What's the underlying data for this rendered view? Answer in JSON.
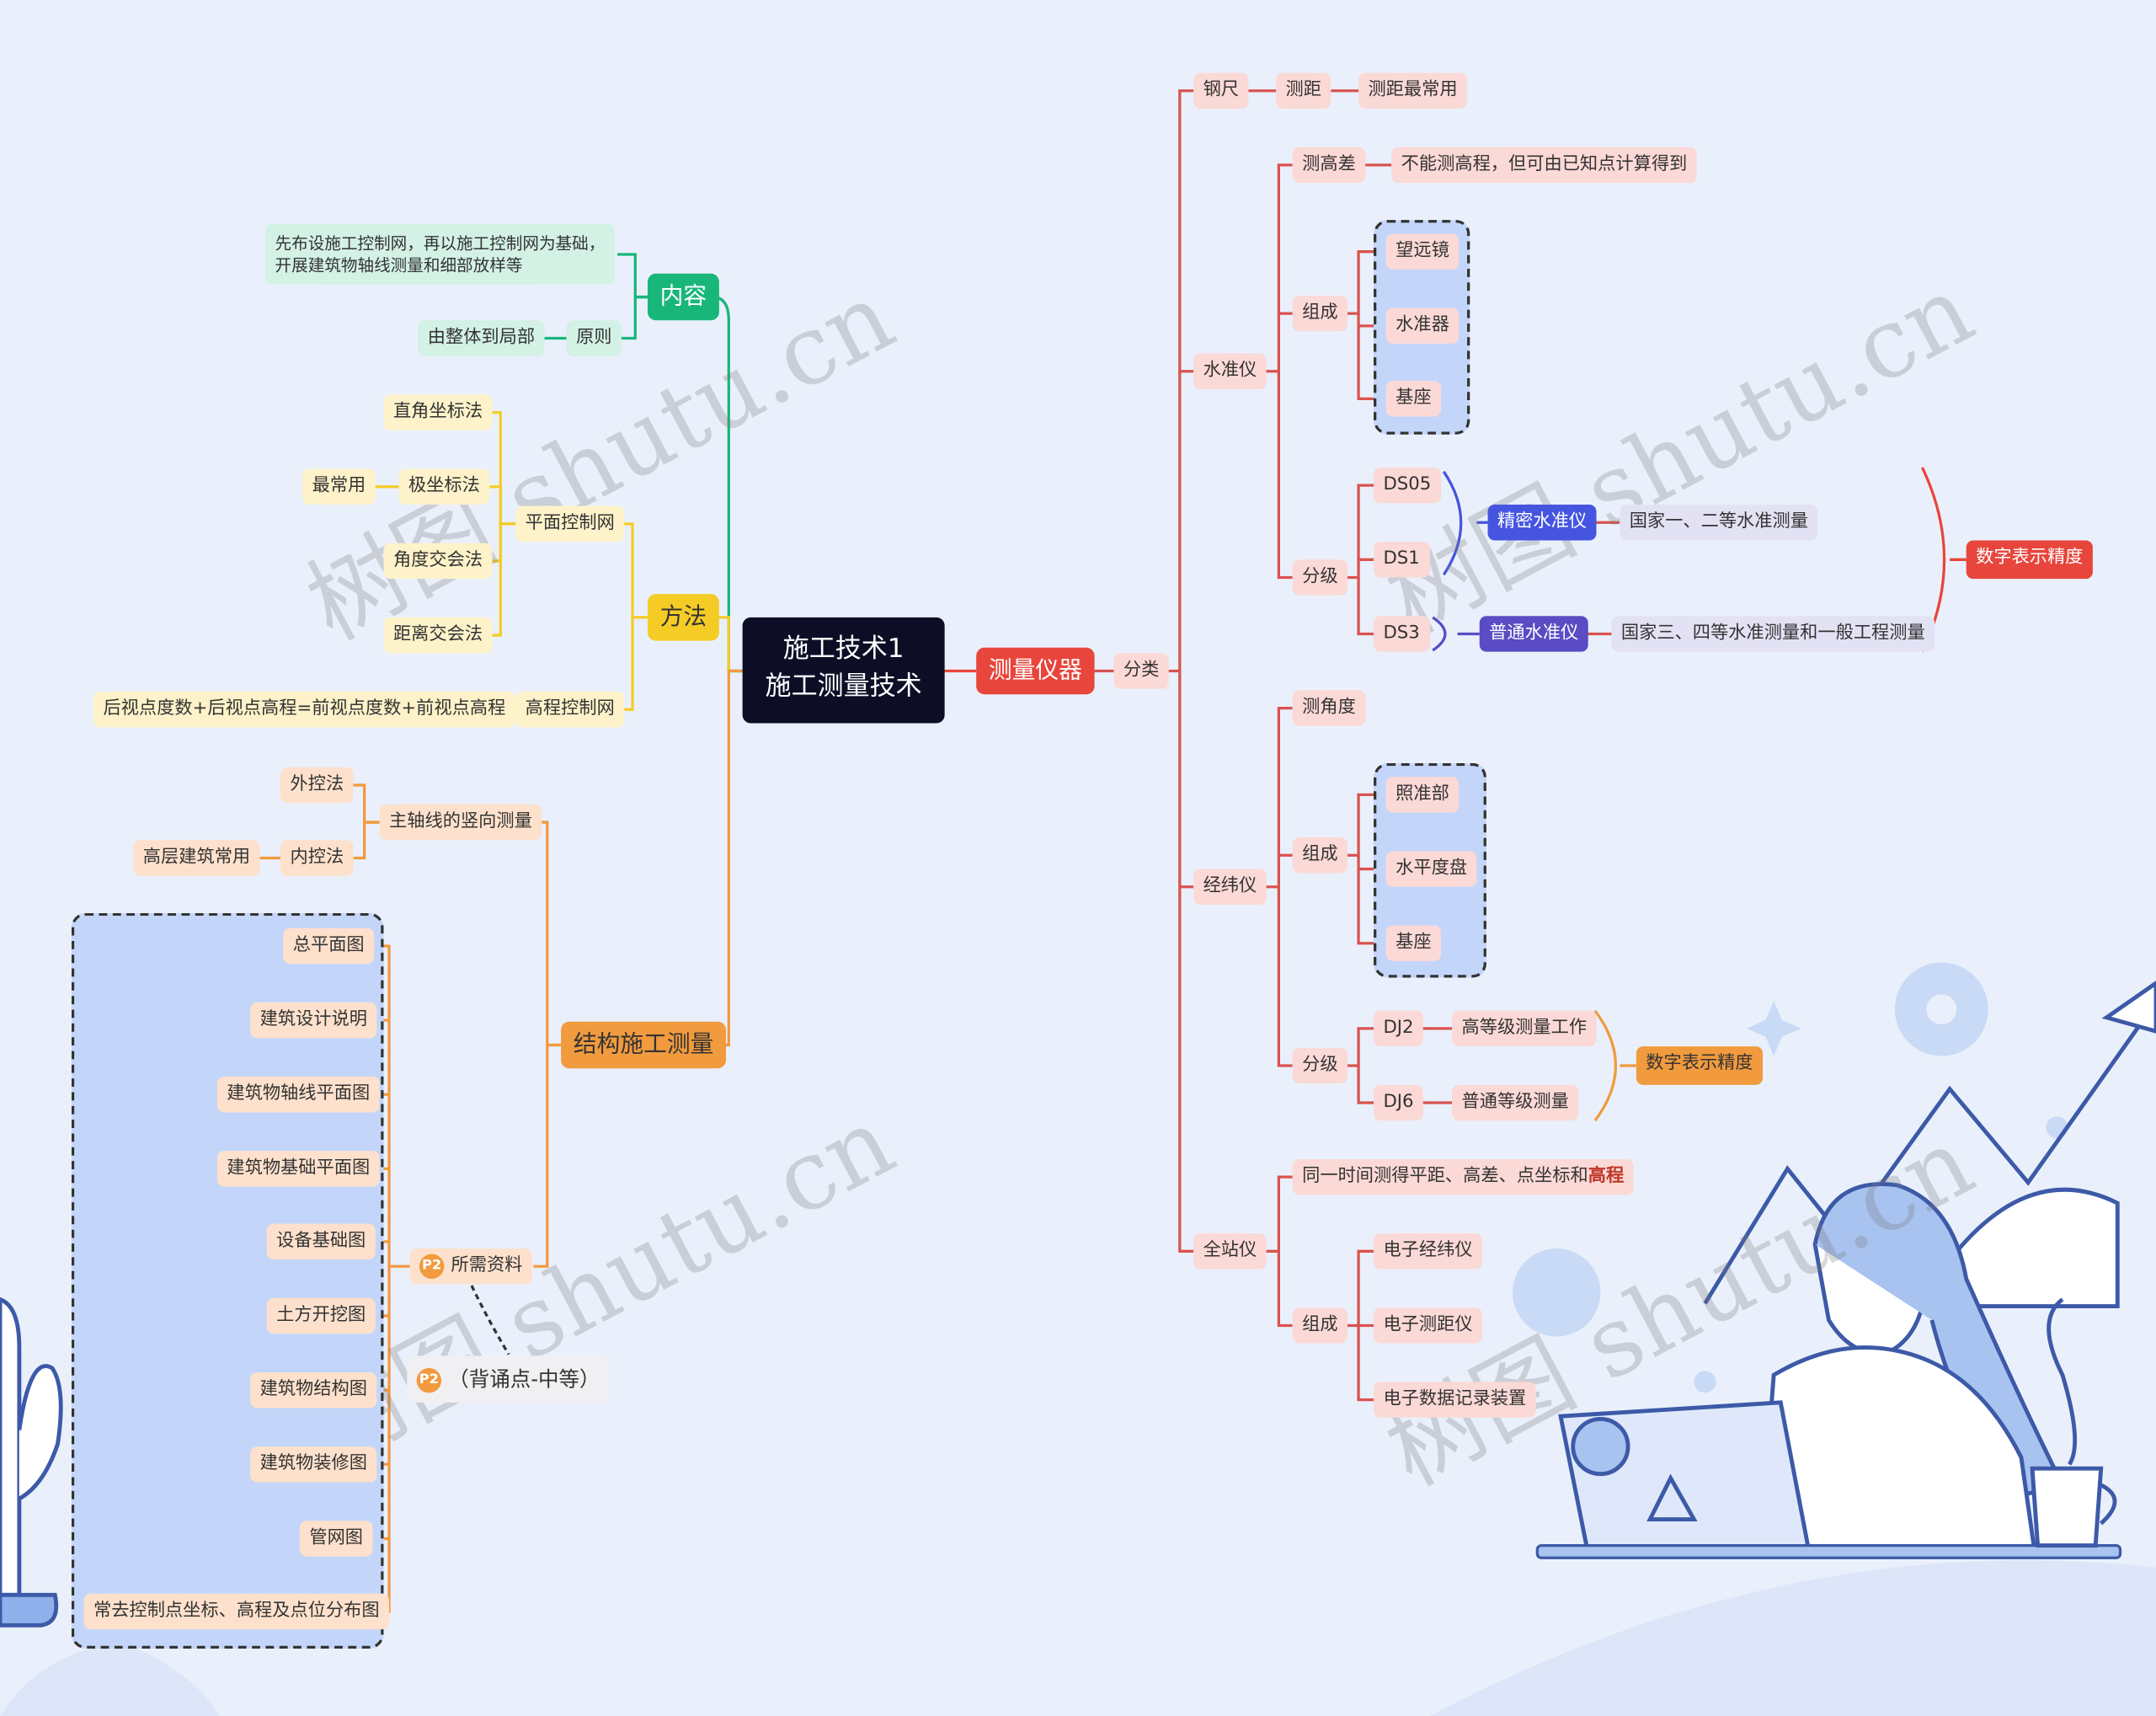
{
  "root": "施工技术1\n施工测量技术",
  "left": {
    "content": {
      "label": "内容",
      "desc": "先布设施工控制网，再以施工控制网为基础，\n开展建筑物轴线测量和细部放样等",
      "principle": "原则",
      "principle_value": "由整体到局部"
    },
    "method": {
      "label": "方法",
      "plane_network": "平面控制网",
      "plane_items": [
        "直角坐标法",
        "极坐标法",
        "角度交会法",
        "距离交会法"
      ],
      "most_common": "最常用",
      "elevation_network": "高程控制网",
      "elevation_formula": "后视点度数+后视点高程=前视点度数+前视点高程"
    },
    "structure": {
      "label": "结构施工测量",
      "vertical": "主轴线的竖向测量",
      "outer": "外控法",
      "inner": "内控法",
      "highrise": "高层建筑常用",
      "materials_badge": "P2",
      "materials": "所需资料",
      "materials_items": [
        "总平面图",
        "建筑设计说明",
        "建筑物轴线平面图",
        "建筑物基础平面图",
        "设备基础图",
        "土方开挖图",
        "建筑物结构图",
        "建筑物装修图",
        "管网图",
        "常去控制点坐标、高程及点位分布图"
      ],
      "note_badge": "P2",
      "note": "（背诵点-中等）"
    }
  },
  "right": {
    "instrument": "测量仪器",
    "category": "分类",
    "ruler": {
      "label": "钢尺",
      "sub": "测距",
      "desc": "测距最常用"
    },
    "level": {
      "label": "水准仪",
      "height_diff": "测高差",
      "height_desc": "不能测高程，但可由已知点计算得到",
      "compose": "组成",
      "parts": [
        "望远镜",
        "水准器",
        "基座"
      ],
      "grade": "分级",
      "grades": [
        "DS05",
        "DS1",
        "DS3"
      ],
      "precise": "精密水准仪",
      "precise_use": "国家一、二等水准测量",
      "normal": "普通水准仪",
      "normal_use": "国家三、四等水准测量和一般工程测量",
      "digit_note": "数字表示精度"
    },
    "theodolite": {
      "label": "经纬仪",
      "angle": "测角度",
      "compose": "组成",
      "parts": [
        "照准部",
        "水平度盘",
        "基座"
      ],
      "grade": "分级",
      "grades": [
        "DJ2",
        "DJ6"
      ],
      "grade_uses": [
        "高等级测量工作",
        "普通等级测量"
      ],
      "digit_note": "数字表示精度"
    },
    "total_station": {
      "label": "全站仪",
      "desc_pre": "同一时间测得平距、高差、点坐标和",
      "desc_bold": "高程",
      "compose": "组成",
      "parts": [
        "电子经纬仪",
        "电子测距仪",
        "电子数据记录装置"
      ]
    }
  },
  "watermark": "树图 shutu.cn",
  "colors": {
    "root": "#0d0e26",
    "content": "#19b67a",
    "method": "#f5cc26",
    "structure": "#f19a3e",
    "instrument": "#e8453c",
    "precise": "#4655e0",
    "normal": "#5b4bc4",
    "group_fill": "#c3d6fa"
  }
}
